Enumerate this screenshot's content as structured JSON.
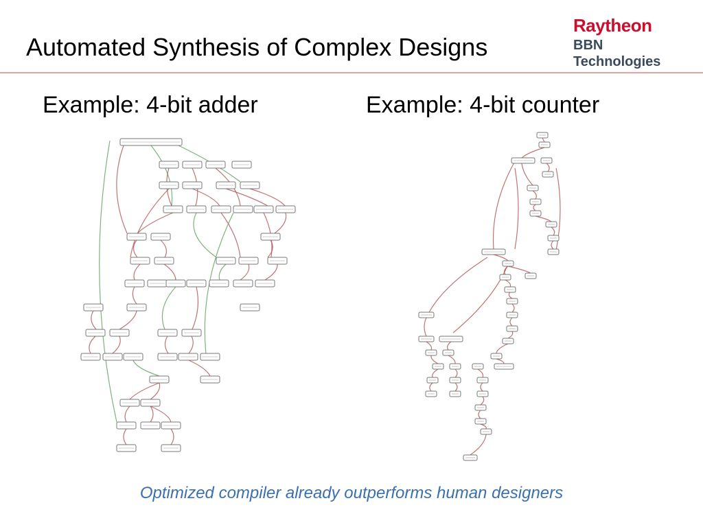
{
  "slide": {
    "title": "Automated Synthesis of Complex Designs",
    "logo_brand": "Raytheon",
    "logo_sub": "BBN Technologies",
    "left_heading": "Example: 4-bit adder",
    "right_heading": "Example: 4-bit counter",
    "footer": "Optimized compiler already outperforms human designers"
  },
  "colors": {
    "accent_rule": "#e8a0a0",
    "brand_red": "#c8102e",
    "footer_blue": "#3a6fb0",
    "edge_red": "#b05050",
    "edge_green": "#5aa05a",
    "node_gray": "#777777"
  }
}
